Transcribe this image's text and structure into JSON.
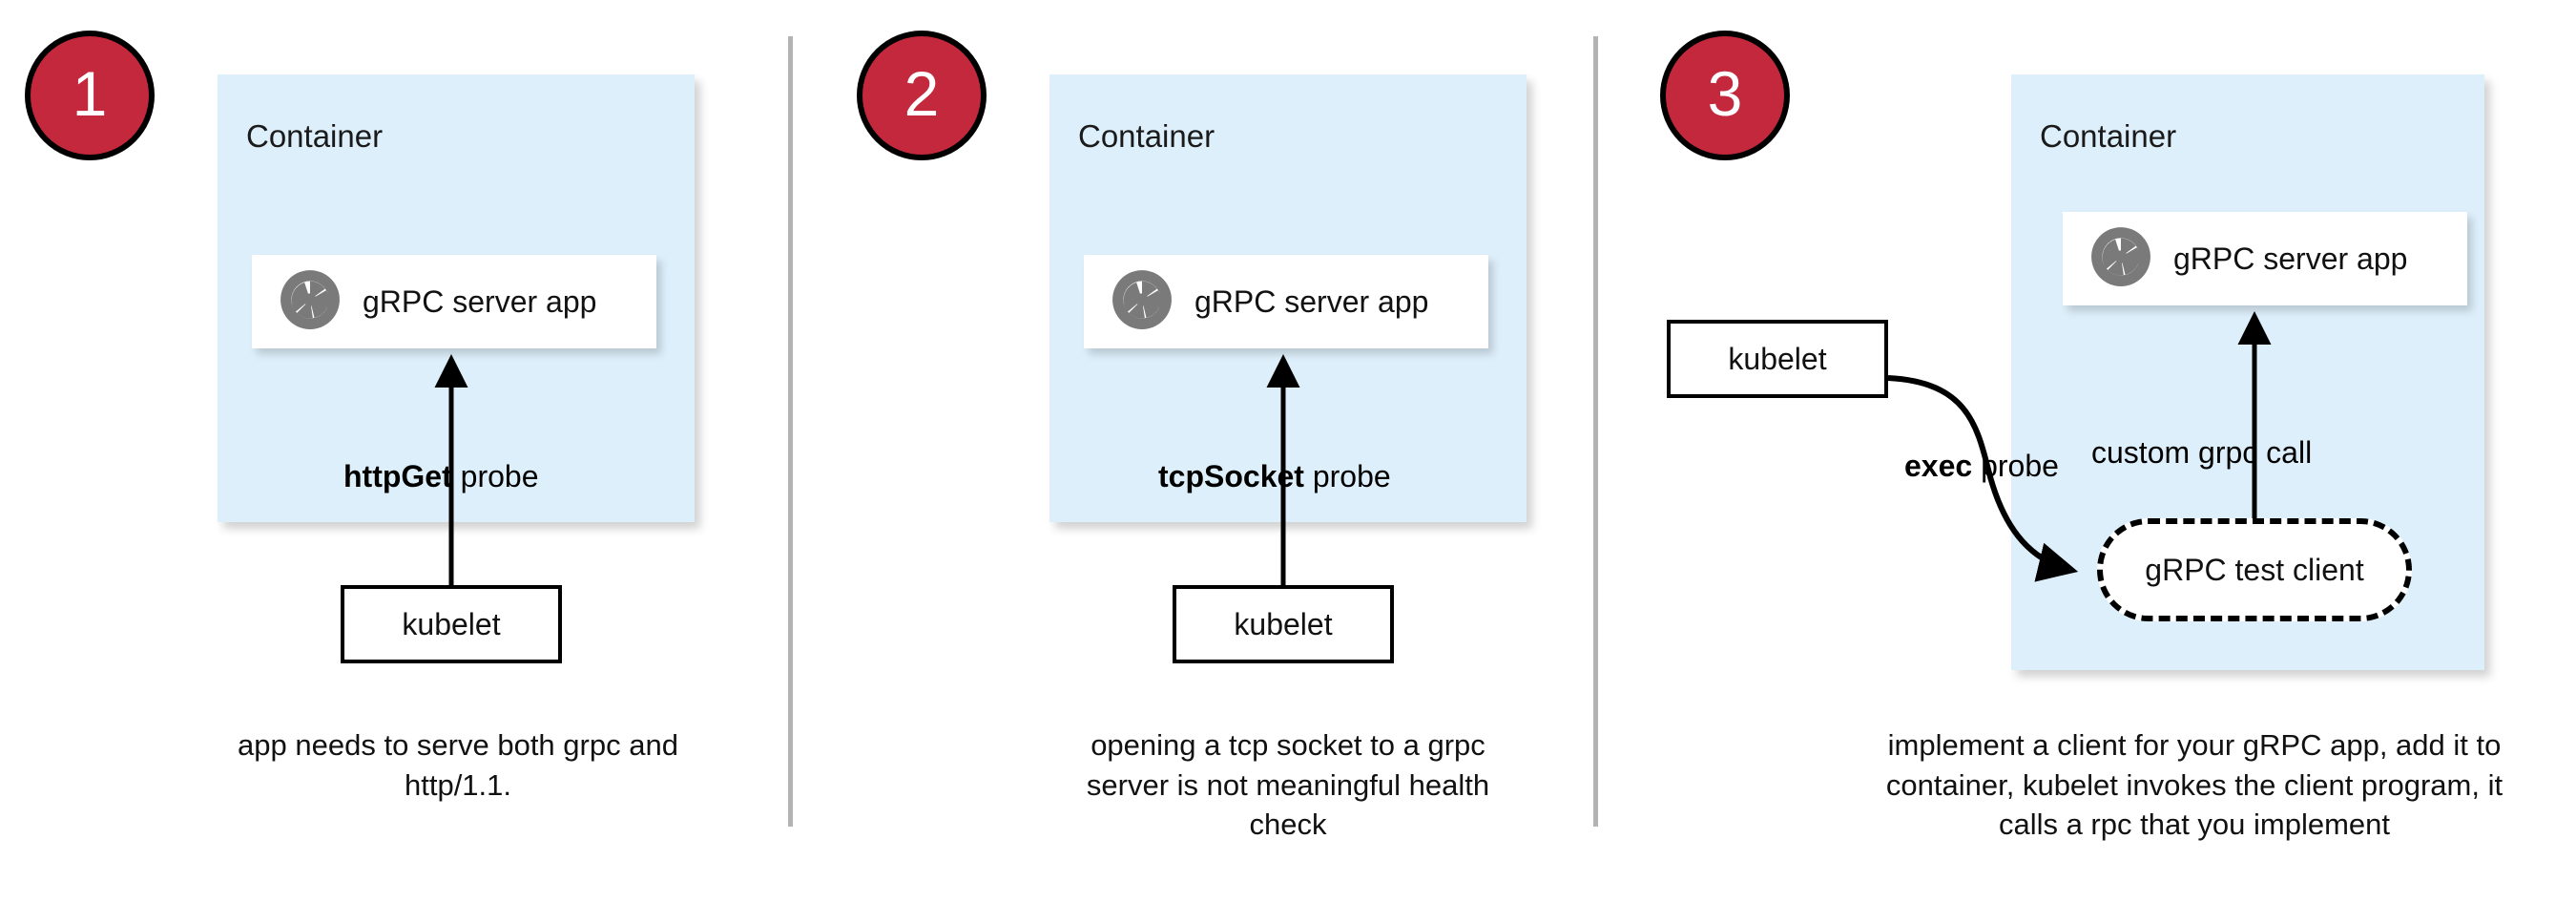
{
  "theme": {
    "badge_fill": "#c4283d",
    "badge_border": "#000000",
    "badge_text": "#ffffff",
    "container_fill": "#ddeffb",
    "card_fill": "#ffffff",
    "divider": "#b3b3b3",
    "icon_gray": "#7a7a7a",
    "stroke": "#000000"
  },
  "panels": [
    {
      "number": "1",
      "container_label": "Container",
      "app_label": "gRPC server app",
      "app_icon": "grpc-aperture-icon",
      "probe_label_bold": "httpGet",
      "probe_label_rest": " probe",
      "kubelet_label": "kubelet",
      "caption": "app needs to serve both grpc and http/1.1."
    },
    {
      "number": "2",
      "container_label": "Container",
      "app_label": "gRPC server app",
      "app_icon": "grpc-aperture-icon",
      "probe_label_bold": "tcpSocket",
      "probe_label_rest": " probe",
      "kubelet_label": "kubelet",
      "caption": "opening a tcp socket to a grpc server is not meaningful health check"
    },
    {
      "number": "3",
      "container_label": "Container",
      "app_label": "gRPC server app",
      "app_icon": "grpc-aperture-icon",
      "probe_label_bold": "exec",
      "probe_label_rest": " probe",
      "kubelet_label": "kubelet",
      "call_label": "custom grpc call",
      "test_client_label": "gRPC test client",
      "caption": "implement a client for your gRPC app, add it to container, kubelet invokes the client program, it calls a rpc that you implement"
    }
  ]
}
